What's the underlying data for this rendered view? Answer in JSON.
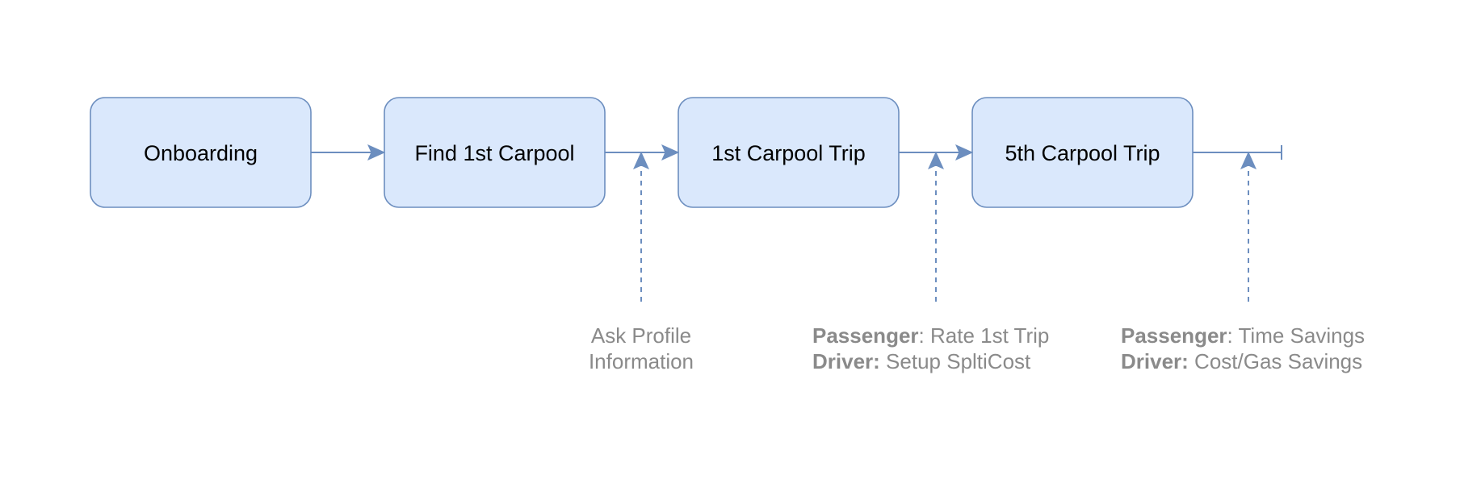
{
  "colors": {
    "node_fill": "#dae8fc",
    "node_stroke": "#6c8ebf",
    "connector": "#6c8ebf",
    "note_text": "#8a8a8a"
  },
  "nodes": [
    {
      "label": "Onboarding"
    },
    {
      "label": "Find 1st Carpool"
    },
    {
      "label": "1st Carpool Trip"
    },
    {
      "label": "5th Carpool Trip"
    }
  ],
  "annotations": [
    {
      "line1": "Ask Profile",
      "line2": "Information"
    },
    {
      "line1_bold": "Passenger",
      "line1_rest": ": Rate 1st Trip",
      "line2_bold": "Driver:",
      "line2_rest": " Setup SpltiCost"
    },
    {
      "line1_bold": "Passenger",
      "line1_rest": ": Time Savings",
      "line2_bold": "Driver:",
      "line2_rest": " Cost/Gas Savings"
    }
  ]
}
